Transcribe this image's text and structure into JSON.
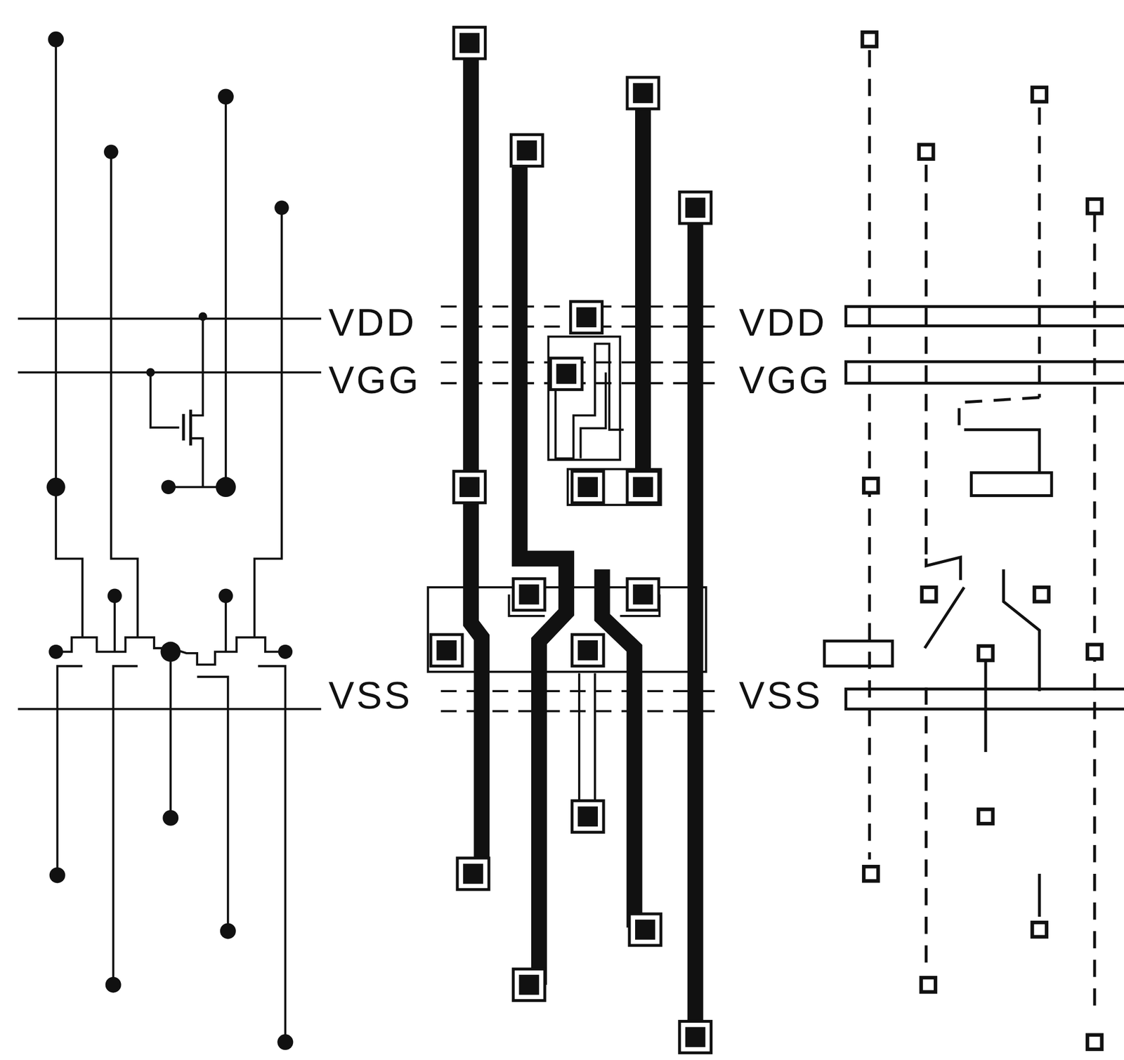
{
  "diagram": {
    "labels": [
      "VDD",
      "VGG",
      "VSS",
      "VDD",
      "VGG",
      "VSS"
    ]
  }
}
